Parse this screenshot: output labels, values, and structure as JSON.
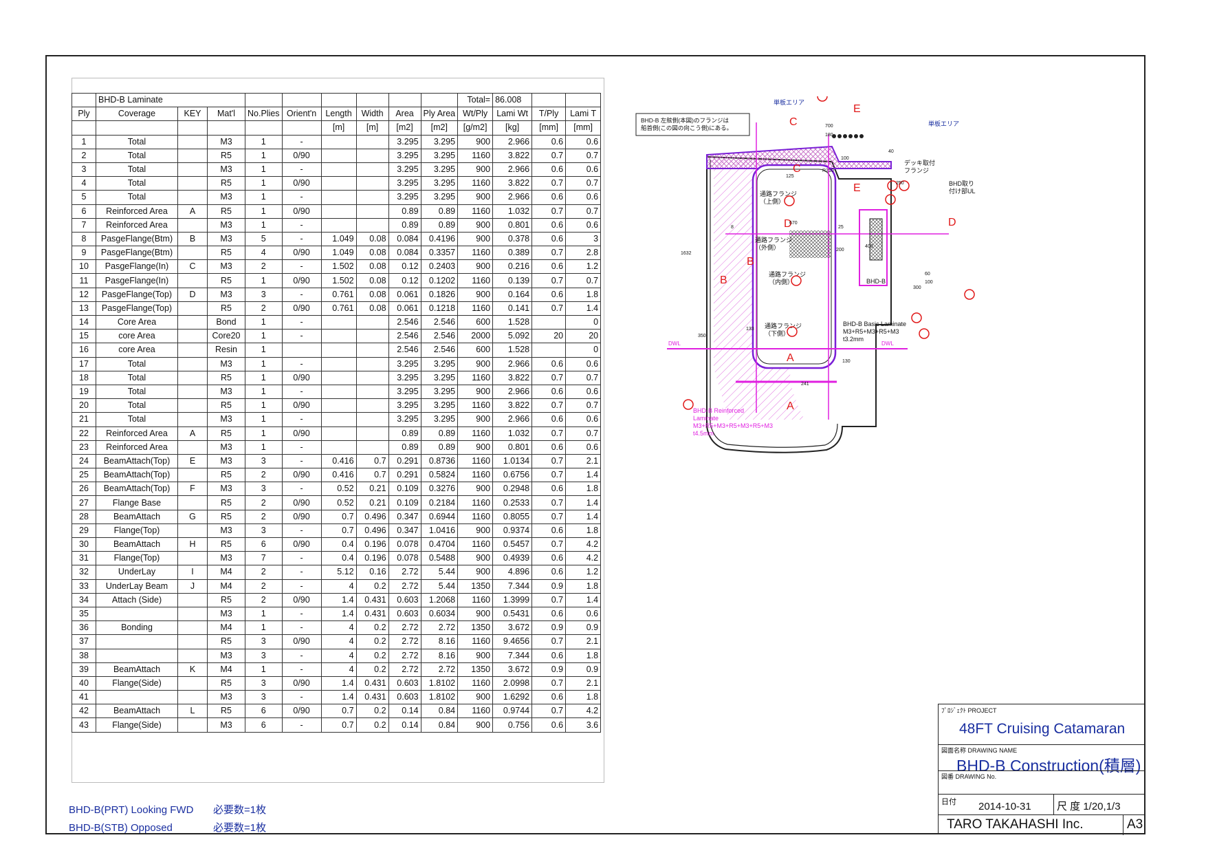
{
  "table": {
    "title": "BHD-B Laminate",
    "total_label": "Total=",
    "total_value": "86.008",
    "headers": [
      "Ply",
      "Coverage",
      "KEY",
      "Mat'l",
      "No.Plies",
      "Orient'n",
      "Length",
      "Width",
      "Area",
      "Ply Area",
      "Wt/Ply",
      "Lami Wt",
      "T/Ply",
      "Lami T"
    ],
    "units": [
      "",
      "",
      "",
      "",
      "",
      "",
      "[m]",
      "[m]",
      "[m2]",
      "[m2]",
      "[g/m2]",
      "[kg]",
      "[mm]",
      "[mm]"
    ],
    "rows": [
      [
        "1",
        "Total",
        "",
        "M3",
        "1",
        "-",
        "",
        "",
        "3.295",
        "3.295",
        "900",
        "2.966",
        "0.6",
        "0.6"
      ],
      [
        "2",
        "Total",
        "",
        "R5",
        "1",
        "0/90",
        "",
        "",
        "3.295",
        "3.295",
        "1160",
        "3.822",
        "0.7",
        "0.7"
      ],
      [
        "3",
        "Total",
        "",
        "M3",
        "1",
        "-",
        "",
        "",
        "3.295",
        "3.295",
        "900",
        "2.966",
        "0.6",
        "0.6"
      ],
      [
        "4",
        "Total",
        "",
        "R5",
        "1",
        "0/90",
        "",
        "",
        "3.295",
        "3.295",
        "1160",
        "3.822",
        "0.7",
        "0.7"
      ],
      [
        "5",
        "Total",
        "",
        "M3",
        "1",
        "-",
        "",
        "",
        "3.295",
        "3.295",
        "900",
        "2.966",
        "0.6",
        "0.6"
      ],
      [
        "6",
        "Reinforced Area",
        "A",
        "R5",
        "1",
        "0/90",
        "",
        "",
        "0.89",
        "0.89",
        "1160",
        "1.032",
        "0.7",
        "0.7"
      ],
      [
        "7",
        "Reinforced Area",
        "",
        "M3",
        "1",
        "-",
        "",
        "",
        "0.89",
        "0.89",
        "900",
        "0.801",
        "0.6",
        "0.6"
      ],
      [
        "8",
        "PasgeFlange(Btm)",
        "B",
        "M3",
        "5",
        "-",
        "1.049",
        "0.08",
        "0.084",
        "0.4196",
        "900",
        "0.378",
        "0.6",
        "3"
      ],
      [
        "9",
        "PasgeFlange(Btm)",
        "",
        "R5",
        "4",
        "0/90",
        "1.049",
        "0.08",
        "0.084",
        "0.3357",
        "1160",
        "0.389",
        "0.7",
        "2.8"
      ],
      [
        "10",
        "PasgeFlange(In)",
        "C",
        "M3",
        "2",
        "-",
        "1.502",
        "0.08",
        "0.12",
        "0.2403",
        "900",
        "0.216",
        "0.6",
        "1.2"
      ],
      [
        "11",
        "PasgeFlange(In)",
        "",
        "R5",
        "1",
        "0/90",
        "1.502",
        "0.08",
        "0.12",
        "0.1202",
        "1160",
        "0.139",
        "0.7",
        "0.7"
      ],
      [
        "12",
        "PasgeFlange(Top)",
        "D",
        "M3",
        "3",
        "-",
        "0.761",
        "0.08",
        "0.061",
        "0.1826",
        "900",
        "0.164",
        "0.6",
        "1.8"
      ],
      [
        "13",
        "PasgeFlange(Top)",
        "",
        "R5",
        "2",
        "0/90",
        "0.761",
        "0.08",
        "0.061",
        "0.1218",
        "1160",
        "0.141",
        "0.7",
        "1.4"
      ],
      [
        "14",
        "Core Area",
        "",
        "Bond",
        "1",
        "-",
        "",
        "",
        "2.546",
        "2.546",
        "600",
        "1.528",
        "",
        "0"
      ],
      [
        "15",
        "core Area",
        "",
        "Core20",
        "1",
        "-",
        "",
        "",
        "2.546",
        "2.546",
        "2000",
        "5.092",
        "20",
        "20"
      ],
      [
        "16",
        "core Area",
        "",
        "Resin",
        "1",
        "",
        "",
        "",
        "2.546",
        "2.546",
        "600",
        "1.528",
        "",
        "0"
      ],
      [
        "17",
        "Total",
        "",
        "M3",
        "1",
        "-",
        "",
        "",
        "3.295",
        "3.295",
        "900",
        "2.966",
        "0.6",
        "0.6"
      ],
      [
        "18",
        "Total",
        "",
        "R5",
        "1",
        "0/90",
        "",
        "",
        "3.295",
        "3.295",
        "1160",
        "3.822",
        "0.7",
        "0.7"
      ],
      [
        "19",
        "Total",
        "",
        "M3",
        "1",
        "-",
        "",
        "",
        "3.295",
        "3.295",
        "900",
        "2.966",
        "0.6",
        "0.6"
      ],
      [
        "20",
        "Total",
        "",
        "R5",
        "1",
        "0/90",
        "",
        "",
        "3.295",
        "3.295",
        "1160",
        "3.822",
        "0.7",
        "0.7"
      ],
      [
        "21",
        "Total",
        "",
        "M3",
        "1",
        "-",
        "",
        "",
        "3.295",
        "3.295",
        "900",
        "2.966",
        "0.6",
        "0.6"
      ],
      [
        "22",
        "Reinforced Area",
        "A",
        "R5",
        "1",
        "0/90",
        "",
        "",
        "0.89",
        "0.89",
        "1160",
        "1.032",
        "0.7",
        "0.7"
      ],
      [
        "23",
        "Reinforced Area",
        "",
        "M3",
        "1",
        "-",
        "",
        "",
        "0.89",
        "0.89",
        "900",
        "0.801",
        "0.6",
        "0.6"
      ],
      [
        "24",
        "BeamAttach(Top)",
        "E",
        "M3",
        "3",
        "-",
        "0.416",
        "0.7",
        "0.291",
        "0.8736",
        "1160",
        "1.0134",
        "0.7",
        "2.1"
      ],
      [
        "25",
        "BeamAttach(Top)",
        "",
        "R5",
        "2",
        "0/90",
        "0.416",
        "0.7",
        "0.291",
        "0.5824",
        "1160",
        "0.6756",
        "0.7",
        "1.4"
      ],
      [
        "26",
        "BeamAttach(Top)",
        "F",
        "M3",
        "3",
        "-",
        "0.52",
        "0.21",
        "0.109",
        "0.3276",
        "900",
        "0.2948",
        "0.6",
        "1.8"
      ],
      [
        "27",
        "Flange Base",
        "",
        "R5",
        "2",
        "0/90",
        "0.52",
        "0.21",
        "0.109",
        "0.2184",
        "1160",
        "0.2533",
        "0.7",
        "1.4"
      ],
      [
        "28",
        "BeamAttach",
        "G",
        "R5",
        "2",
        "0/90",
        "0.7",
        "0.496",
        "0.347",
        "0.6944",
        "1160",
        "0.8055",
        "0.7",
        "1.4"
      ],
      [
        "29",
        "Flange(Top)",
        "",
        "M3",
        "3",
        "-",
        "0.7",
        "0.496",
        "0.347",
        "1.0416",
        "900",
        "0.9374",
        "0.6",
        "1.8"
      ],
      [
        "30",
        "BeamAttach",
        "H",
        "R5",
        "6",
        "0/90",
        "0.4",
        "0.196",
        "0.078",
        "0.4704",
        "1160",
        "0.5457",
        "0.7",
        "4.2"
      ],
      [
        "31",
        "Flange(Top)",
        "",
        "M3",
        "7",
        "-",
        "0.4",
        "0.196",
        "0.078",
        "0.5488",
        "900",
        "0.4939",
        "0.6",
        "4.2"
      ],
      [
        "32",
        "UnderLay",
        "I",
        "M4",
        "2",
        "-",
        "5.12",
        "0.16",
        "2.72",
        "5.44",
        "900",
        "4.896",
        "0.6",
        "1.2"
      ],
      [
        "33",
        "UnderLay Beam",
        "J",
        "M4",
        "2",
        "-",
        "4",
        "0.2",
        "2.72",
        "5.44",
        "1350",
        "7.344",
        "0.9",
        "1.8"
      ],
      [
        "34",
        "Attach (Side)",
        "",
        "R5",
        "2",
        "0/90",
        "1.4",
        "0.431",
        "0.603",
        "1.2068",
        "1160",
        "1.3999",
        "0.7",
        "1.4"
      ],
      [
        "35",
        "",
        "",
        "M3",
        "1",
        "-",
        "1.4",
        "0.431",
        "0.603",
        "0.6034",
        "900",
        "0.5431",
        "0.6",
        "0.6"
      ],
      [
        "36",
        "Bonding",
        "",
        "M4",
        "1",
        "-",
        "4",
        "0.2",
        "2.72",
        "2.72",
        "1350",
        "3.672",
        "0.9",
        "0.9"
      ],
      [
        "37",
        "",
        "",
        "R5",
        "3",
        "0/90",
        "4",
        "0.2",
        "2.72",
        "8.16",
        "1160",
        "9.4656",
        "0.7",
        "2.1"
      ],
      [
        "38",
        "",
        "",
        "M3",
        "3",
        "-",
        "4",
        "0.2",
        "2.72",
        "8.16",
        "900",
        "7.344",
        "0.6",
        "1.8"
      ],
      [
        "39",
        "BeamAttach",
        "K",
        "M4",
        "1",
        "-",
        "4",
        "0.2",
        "2.72",
        "2.72",
        "1350",
        "3.672",
        "0.9",
        "0.9"
      ],
      [
        "40",
        "Flange(Side)",
        "",
        "R5",
        "3",
        "0/90",
        "1.4",
        "0.431",
        "0.603",
        "1.8102",
        "1160",
        "2.0998",
        "0.7",
        "2.1"
      ],
      [
        "41",
        "",
        "",
        "M3",
        "3",
        "-",
        "1.4",
        "0.431",
        "0.603",
        "1.8102",
        "900",
        "1.6292",
        "0.6",
        "1.8"
      ],
      [
        "42",
        "BeamAttach",
        "L",
        "R5",
        "6",
        "0/90",
        "0.7",
        "0.2",
        "0.14",
        "0.84",
        "1160",
        "0.9744",
        "0.7",
        "4.2"
      ],
      [
        "43",
        "Flange(Side)",
        "",
        "M3",
        "6",
        "-",
        "0.7",
        "0.2",
        "0.14",
        "0.84",
        "900",
        "0.756",
        "0.6",
        "3.6"
      ]
    ]
  },
  "notes": [
    {
      "part": "BHD-B(PRT) Looking FWD",
      "qty": "必要数=1枚"
    },
    {
      "part": "BHD-B(STB) Opposed",
      "qty": "必要数=1枚"
    }
  ],
  "drawing": {
    "note_box": "BHD-B 左舷側(本図)のフランジは\n船首側(この図の向こう側)にある。",
    "single_area_1": "単板エリア",
    "single_area_2": "単板エリア",
    "deck_flange": "デッキ取付\nフランジ",
    "bhd_ul": "BHD取り\n付け部UL",
    "flange_top": "通路フランジ\n（上側）",
    "flange_out": "通路フランジ\n（外側）",
    "flange_in": "通路フランジ\n（内側）",
    "flange_btm": "通路フランジ\n（下側）",
    "bhd_b": "BHD-B",
    "basic_lam": "BHD-B Basic Laminate\nM3+R5+M3+R5+M3\nt3.2mm",
    "reinf_lam": "BHD-B Reinforced\nLaminate\nM3+R5+M3+R5+M3+R5+M3\nt4.5mm",
    "dwl": "DWL",
    "dims": {
      "d700": "700",
      "d180": "180",
      "d100": "100",
      "d40": "40",
      "d250": "250",
      "d125": "125",
      "r210": "R210",
      "d670": "670",
      "d25": "25",
      "d1632": "1632",
      "d8": "8",
      "d350": "350",
      "d130": "130",
      "d241": "241",
      "d133": "133",
      "d400": "400",
      "d300": "300",
      "d60": "60",
      "d100b": "100",
      "d200": "200"
    }
  },
  "titleblock": {
    "project_label": "ﾌﾟﾛｼﾞｪｸﾄ  PROJECT",
    "project": "48FT Cruising Catamaran",
    "name_label": "図面名称  DRAWING  NAME",
    "name": "BHD-B  Construction(積層)",
    "no_label": "図番  DRAWING No.",
    "date_label": "日付",
    "date": "2014-10-31",
    "scale": "尺 度 1/20,1/3",
    "company": "TARO TAKAHASHI Inc.",
    "size": "A3"
  },
  "colors": {
    "magenta": "#e020e0",
    "purple": "#7a1fd6",
    "red": "#e01818",
    "blue": "#1a2fa0"
  }
}
